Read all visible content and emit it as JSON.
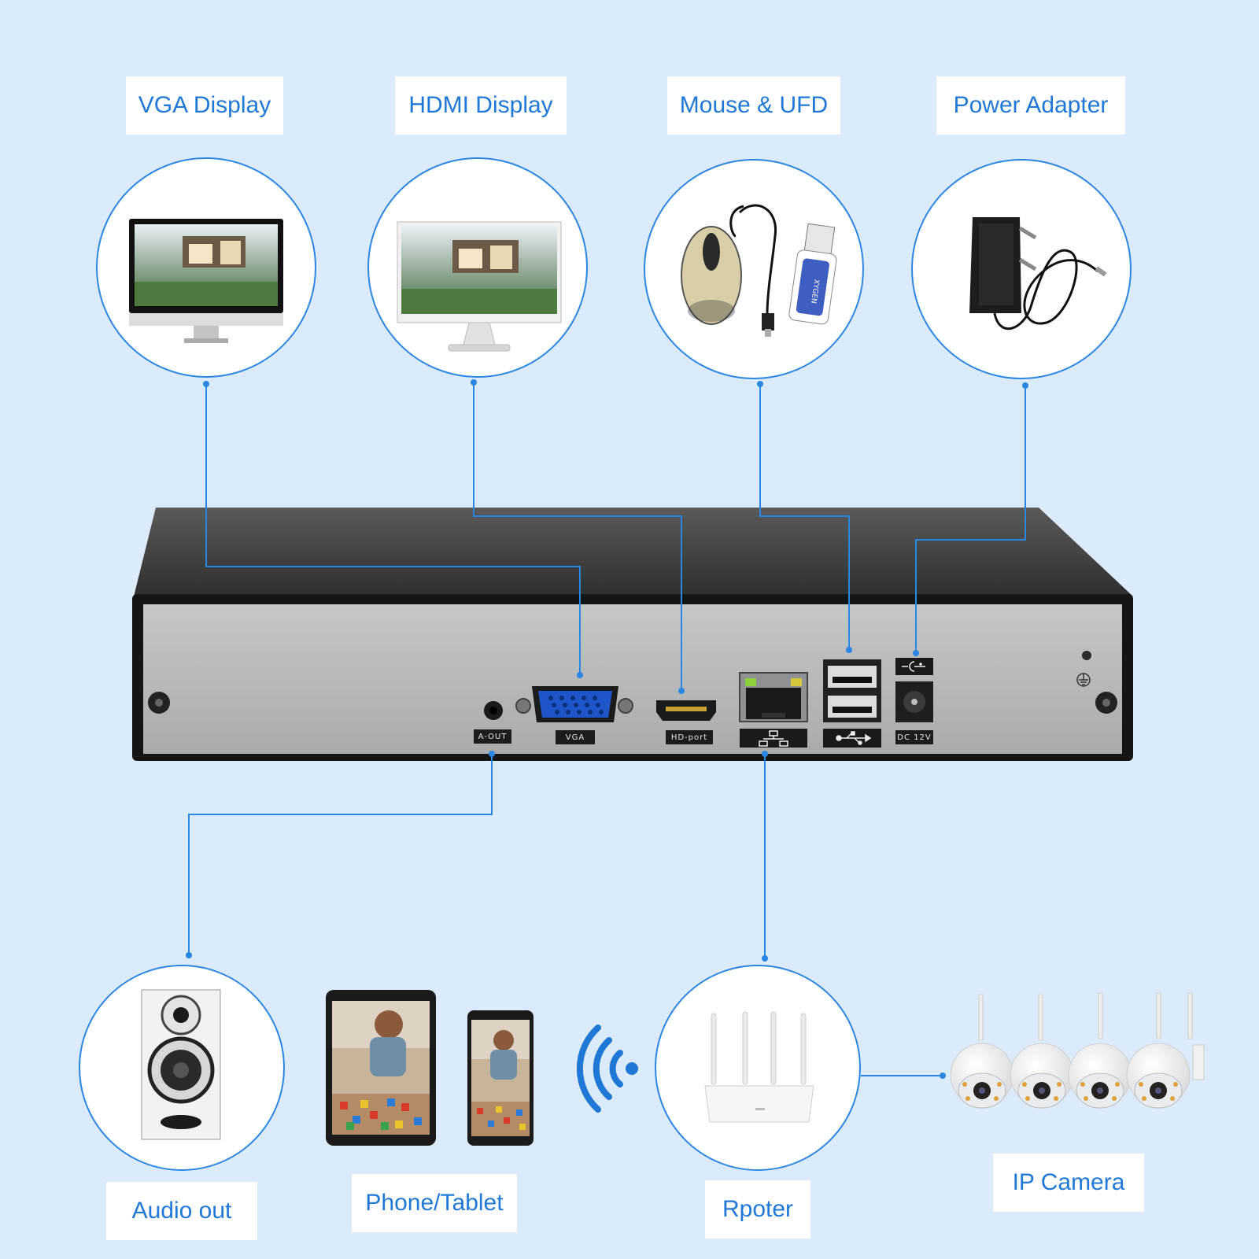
{
  "top": {
    "vga": "VGA Display",
    "hdmi": "HDMI Display",
    "mouse": "Mouse & UFD",
    "power": "Power Adapter"
  },
  "bottom": {
    "audio": "Audio out",
    "phone": "Phone/Tablet",
    "router": "Rpoter",
    "camera": "IP Camera"
  },
  "ports": {
    "aout": "A-OUT",
    "vga": "VGA",
    "hdport": "HD-port",
    "dc": "DC 12V"
  },
  "usb_stick_brand": "XYGEN",
  "icons": [
    "monitor-icon",
    "mouse-icon",
    "usb-drive-icon",
    "power-adapter-icon",
    "speaker-icon",
    "tablet-icon",
    "phone-icon",
    "wifi-icon",
    "router-icon",
    "ip-camera-icon",
    "network-icon",
    "usb-icon",
    "dc-polarity-icon",
    "ground-icon"
  ],
  "colors": {
    "background": "#dcebfb",
    "accent": "#1f78d6",
    "wire": "#2a86e0",
    "device_body": "#2b2b2b",
    "panel": "#b9bbbd"
  }
}
